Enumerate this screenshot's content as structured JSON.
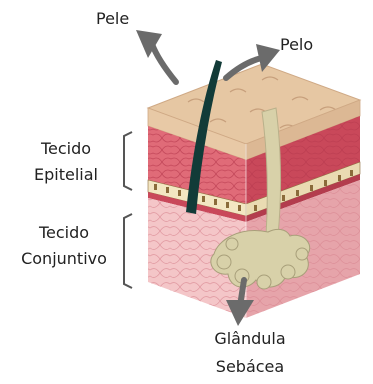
{
  "labels": {
    "pele": "Pele",
    "pelo": "Pelo",
    "tecido_epitelial": [
      "Tecido",
      "Epitelial"
    ],
    "tecido_conjuntivo": [
      "Tecido",
      "Conjuntivo"
    ],
    "glandula_sebacea": [
      "Glândula",
      "Sebácea"
    ]
  },
  "colors": {
    "skin_top": "#e6c7a3",
    "epithelial": "#e06b78",
    "epithelial_side": "#c9485a",
    "connective": "#f4c6c8",
    "connective_side": "#e6a4aa",
    "hair": "#123b38",
    "gland": "#d8d1a9",
    "arrow": "#6b6b6b",
    "bracket": "#555555"
  }
}
